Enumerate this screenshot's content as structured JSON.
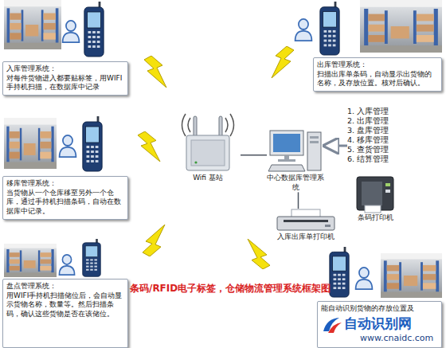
{
  "diagram": {
    "caption": "条码/RFID电子标签，仓储物流管理系统框架图",
    "nodes": [
      {
        "text": [
          "入库管理系统：",
          "对每件货物进入都要贴标签，用WIFI手持机扫描，在数据库中记录"
        ]
      },
      {
        "text": [
          "出库管理系统：",
          "扫描出库单条码，自动显示出货物的名称，及存放位置。核对后确认。"
        ]
      },
      {
        "text": [
          "移库管理系统：",
          "当货物从一个仓库移至另外一个仓库，通过手持机扫描条码，自动在数据库中记录。"
        ]
      },
      {
        "text": [
          "Wifi 基站"
        ]
      },
      {
        "text": [
          "中心数据库管理系统"
        ]
      },
      {
        "text": [
          "1. 入库管理",
          "2. 出库管理",
          "3. 盘库管理",
          "4. 移库管理",
          "5. 查货管理",
          "6. 结算管理"
        ]
      },
      {
        "text": [
          "入库出库单打印机"
        ]
      },
      {
        "text": [
          "条码打印机"
        ]
      },
      {
        "text": [
          "盘点管理系统：",
          "用WIFI手持机扫描储位后，会自动显示货物名称，数量等。然后扫描条码，确认这些货物是否在该储位。"
        ]
      },
      {
        "text": [
          "能自动识别货物的存放位置及"
        ]
      }
    ],
    "edges": [
      {
        "from": 3,
        "to": 4,
        "arrow": "none"
      },
      {
        "from": 5,
        "to": 4,
        "arrow": "to"
      },
      {
        "from": 4,
        "to": 6,
        "arrow": "none"
      }
    ],
    "labels": [
      "自动识别网",
      "www.cnaidc.com"
    ]
  }
}
